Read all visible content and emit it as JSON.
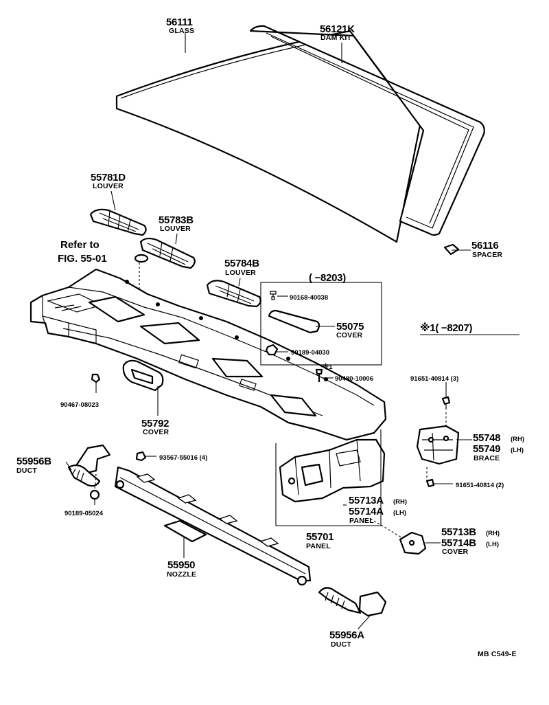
{
  "labels": {
    "glass": {
      "number": "56111",
      "name": "GLASS"
    },
    "dam_kit": {
      "number": "56121K",
      "name": "DAM KIT"
    },
    "louver_d": {
      "number": "55781D",
      "name": "LOUVER"
    },
    "louver_b3": {
      "number": "55783B",
      "name": "LOUVER"
    },
    "louver_b4": {
      "number": "55784B",
      "name": "LOUVER"
    },
    "refer": {
      "line1": "Refer to",
      "line2": "FIG. 55-01"
    },
    "spacer": {
      "number": "56116",
      "name": "SPACER"
    },
    "box_range": "(        −8203)",
    "bolt_90168": "90168-40038",
    "cover_55075": {
      "number": "55075",
      "name": "COVER"
    },
    "nut_90189_04030": "90189-04030",
    "note_1": "※1(        −8207)",
    "small_note": "※1",
    "clip_90480": "90480-10006",
    "bolt_91651_top": "91651-40814 (3)",
    "clip_90467": "90467-08023",
    "cover_55792": {
      "number": "55792",
      "name": "COVER"
    },
    "brace": {
      "number_rh": "55748",
      "suffix_rh": "(RH)",
      "number_lh": "55749",
      "suffix_lh": "(LH)",
      "name": "BRACE"
    },
    "duct_b": {
      "number": "55956B",
      "name": "DUCT"
    },
    "screw_93567": "93567-55016 (4)",
    "bolt_91651_bottom": "91651-40814 (2)",
    "nut_90189_05024": "90189-05024",
    "panel_a": {
      "number_rh": "55713A",
      "suffix_rh": "(RH)",
      "number_lh": "55714A",
      "suffix_lh": "(LH)",
      "name": "PANEL"
    },
    "panel_main": {
      "number": "55701",
      "name": "PANEL"
    },
    "cover_b": {
      "number_rh": "55713B",
      "suffix_rh": "(RH)",
      "number_lh": "55714B",
      "suffix_lh": "(LH)",
      "name": "COVER"
    },
    "nozzle": {
      "number": "55950",
      "name": "NOZZLE"
    },
    "duct_a": {
      "number": "55956A",
      "name": "DUCT"
    },
    "figure_code": "MB  C549-E"
  }
}
